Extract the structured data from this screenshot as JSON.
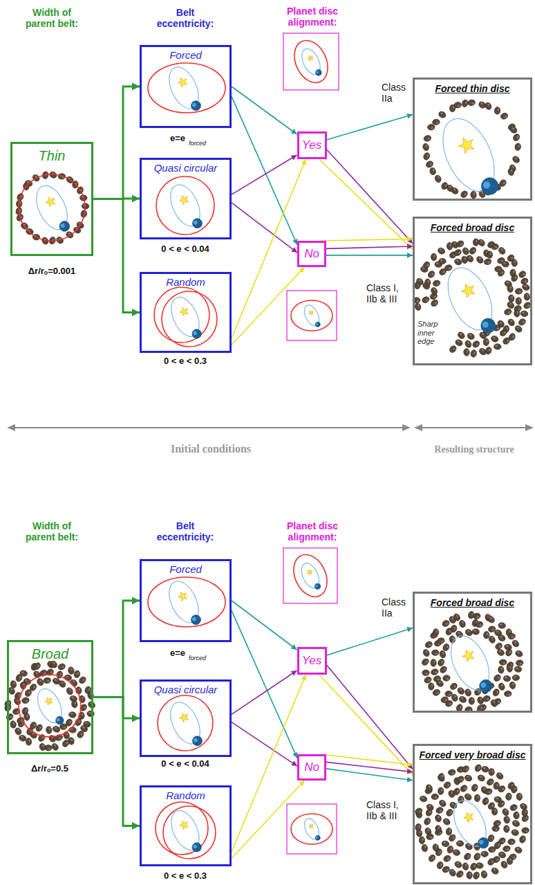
{
  "diagram": {
    "nodes": [
      {
        "text": [
          "Thin"
        ]
      },
      {
        "text": [
          "Forced"
        ]
      },
      {
        "text": [
          "Quasi circular"
        ]
      },
      {
        "text": [
          "Random"
        ]
      },
      {
        "text": [
          "Yes"
        ]
      },
      {
        "text": [
          "No"
        ]
      },
      {
        "text": [
          "Forced thin disc"
        ]
      },
      {
        "text": [
          "Forced broad disc"
        ]
      },
      {
        "text": [
          "Broad"
        ]
      },
      {
        "text": [
          "Forced"
        ]
      },
      {
        "text": [
          "Quasi circular"
        ]
      },
      {
        "text": [
          "Random"
        ]
      },
      {
        "text": [
          "Yes"
        ]
      },
      {
        "text": [
          "No"
        ]
      },
      {
        "text": [
          "Forced broad disc"
        ]
      },
      {
        "text": [
          "Forced very broad disc"
        ]
      }
    ],
    "edges": [
      {
        "from": 0,
        "to": 1,
        "arrow": "to"
      },
      {
        "from": 0,
        "to": 2,
        "arrow": "to"
      },
      {
        "from": 0,
        "to": 3,
        "arrow": "to"
      },
      {
        "from": 1,
        "to": 4,
        "arrow": "to"
      },
      {
        "from": 1,
        "to": 5,
        "arrow": "to"
      },
      {
        "from": 2,
        "to": 4,
        "arrow": "to"
      },
      {
        "from": 2,
        "to": 5,
        "arrow": "to"
      },
      {
        "from": 3,
        "to": 4,
        "arrow": "to"
      },
      {
        "from": 3,
        "to": 5,
        "arrow": "to"
      },
      {
        "from": 4,
        "to": 6,
        "arrow": "to"
      },
      {
        "from": 4,
        "to": 7,
        "arrow": "to"
      },
      {
        "from": 4,
        "to": 7,
        "arrow": "to"
      },
      {
        "from": 5,
        "to": 7,
        "arrow": "to"
      },
      {
        "from": 5,
        "to": 7,
        "arrow": "to"
      },
      {
        "from": 5,
        "to": 7,
        "arrow": "to"
      },
      {
        "from": 8,
        "to": 9,
        "arrow": "to"
      },
      {
        "from": 8,
        "to": 10,
        "arrow": "to"
      },
      {
        "from": 8,
        "to": 11,
        "arrow": "to"
      },
      {
        "from": 9,
        "to": 12,
        "arrow": "to"
      },
      {
        "from": 9,
        "to": 13,
        "arrow": "to"
      },
      {
        "from": 10,
        "to": 12,
        "arrow": "to"
      },
      {
        "from": 10,
        "to": 13,
        "arrow": "to"
      },
      {
        "from": 11,
        "to": 12,
        "arrow": "to"
      },
      {
        "from": 11,
        "to": 13,
        "arrow": "to"
      },
      {
        "from": 12,
        "to": 14,
        "arrow": "to"
      },
      {
        "from": 12,
        "to": 15,
        "arrow": "to"
      },
      {
        "from": 12,
        "to": 15,
        "arrow": "to"
      },
      {
        "from": 13,
        "to": 15,
        "arrow": "to"
      },
      {
        "from": 13,
        "to": 15,
        "arrow": "to"
      },
      {
        "from": 13,
        "to": 15,
        "arrow": "to"
      }
    ],
    "labels": [
      "Width of parent belt:",
      "Belt eccentricity:",
      "Planet disc alignment:",
      "Δr/rₒ=0.001",
      "e=e",
      "forced",
      "0 < e < 0.04",
      "0 < e < 0.3",
      "Class IIa",
      "Class I, IIb & III",
      "Sharp inner edge",
      "Initial conditions",
      "Resulting structure",
      "Width of parent belt:",
      "Belt eccentricity:",
      "Planet disc alignment:",
      "Δr/rₒ=0.5",
      "e=e",
      "forced",
      "0 < e < 0.04",
      "0 < e < 0.3",
      "Class IIa",
      "Class I, IIb & III"
    ]
  }
}
